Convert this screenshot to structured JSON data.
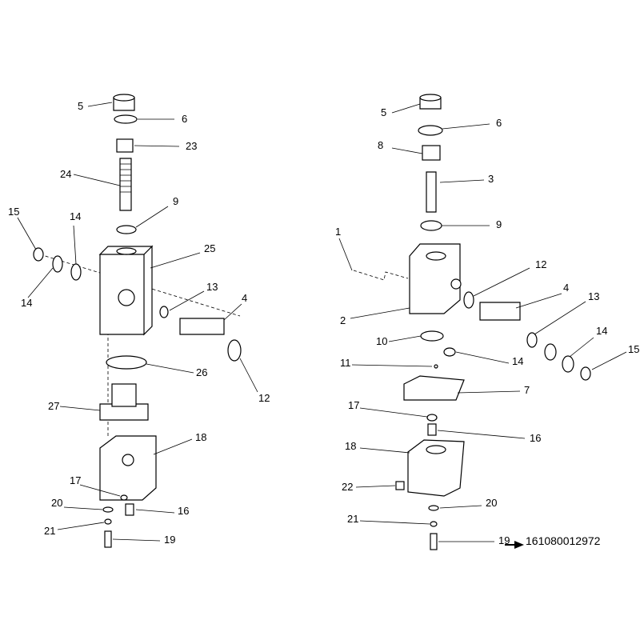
{
  "diagram": {
    "title": "Exploded parts view - valve assembly",
    "reference_number": "161080012972",
    "reference_arrow_icon": "arrow-right-icon",
    "left_assembly_callouts": [
      "5",
      "6",
      "23",
      "24",
      "9",
      "15",
      "14",
      "14",
      "25",
      "13",
      "4",
      "26",
      "12",
      "27",
      "18",
      "17",
      "20",
      "16",
      "21",
      "19"
    ],
    "right_assembly_callouts": [
      "5",
      "6",
      "8",
      "3",
      "9",
      "1",
      "12",
      "4",
      "13",
      "2",
      "10",
      "14",
      "15",
      "14",
      "11",
      "7",
      "17",
      "16",
      "18",
      "22",
      "20",
      "21",
      "19"
    ]
  }
}
